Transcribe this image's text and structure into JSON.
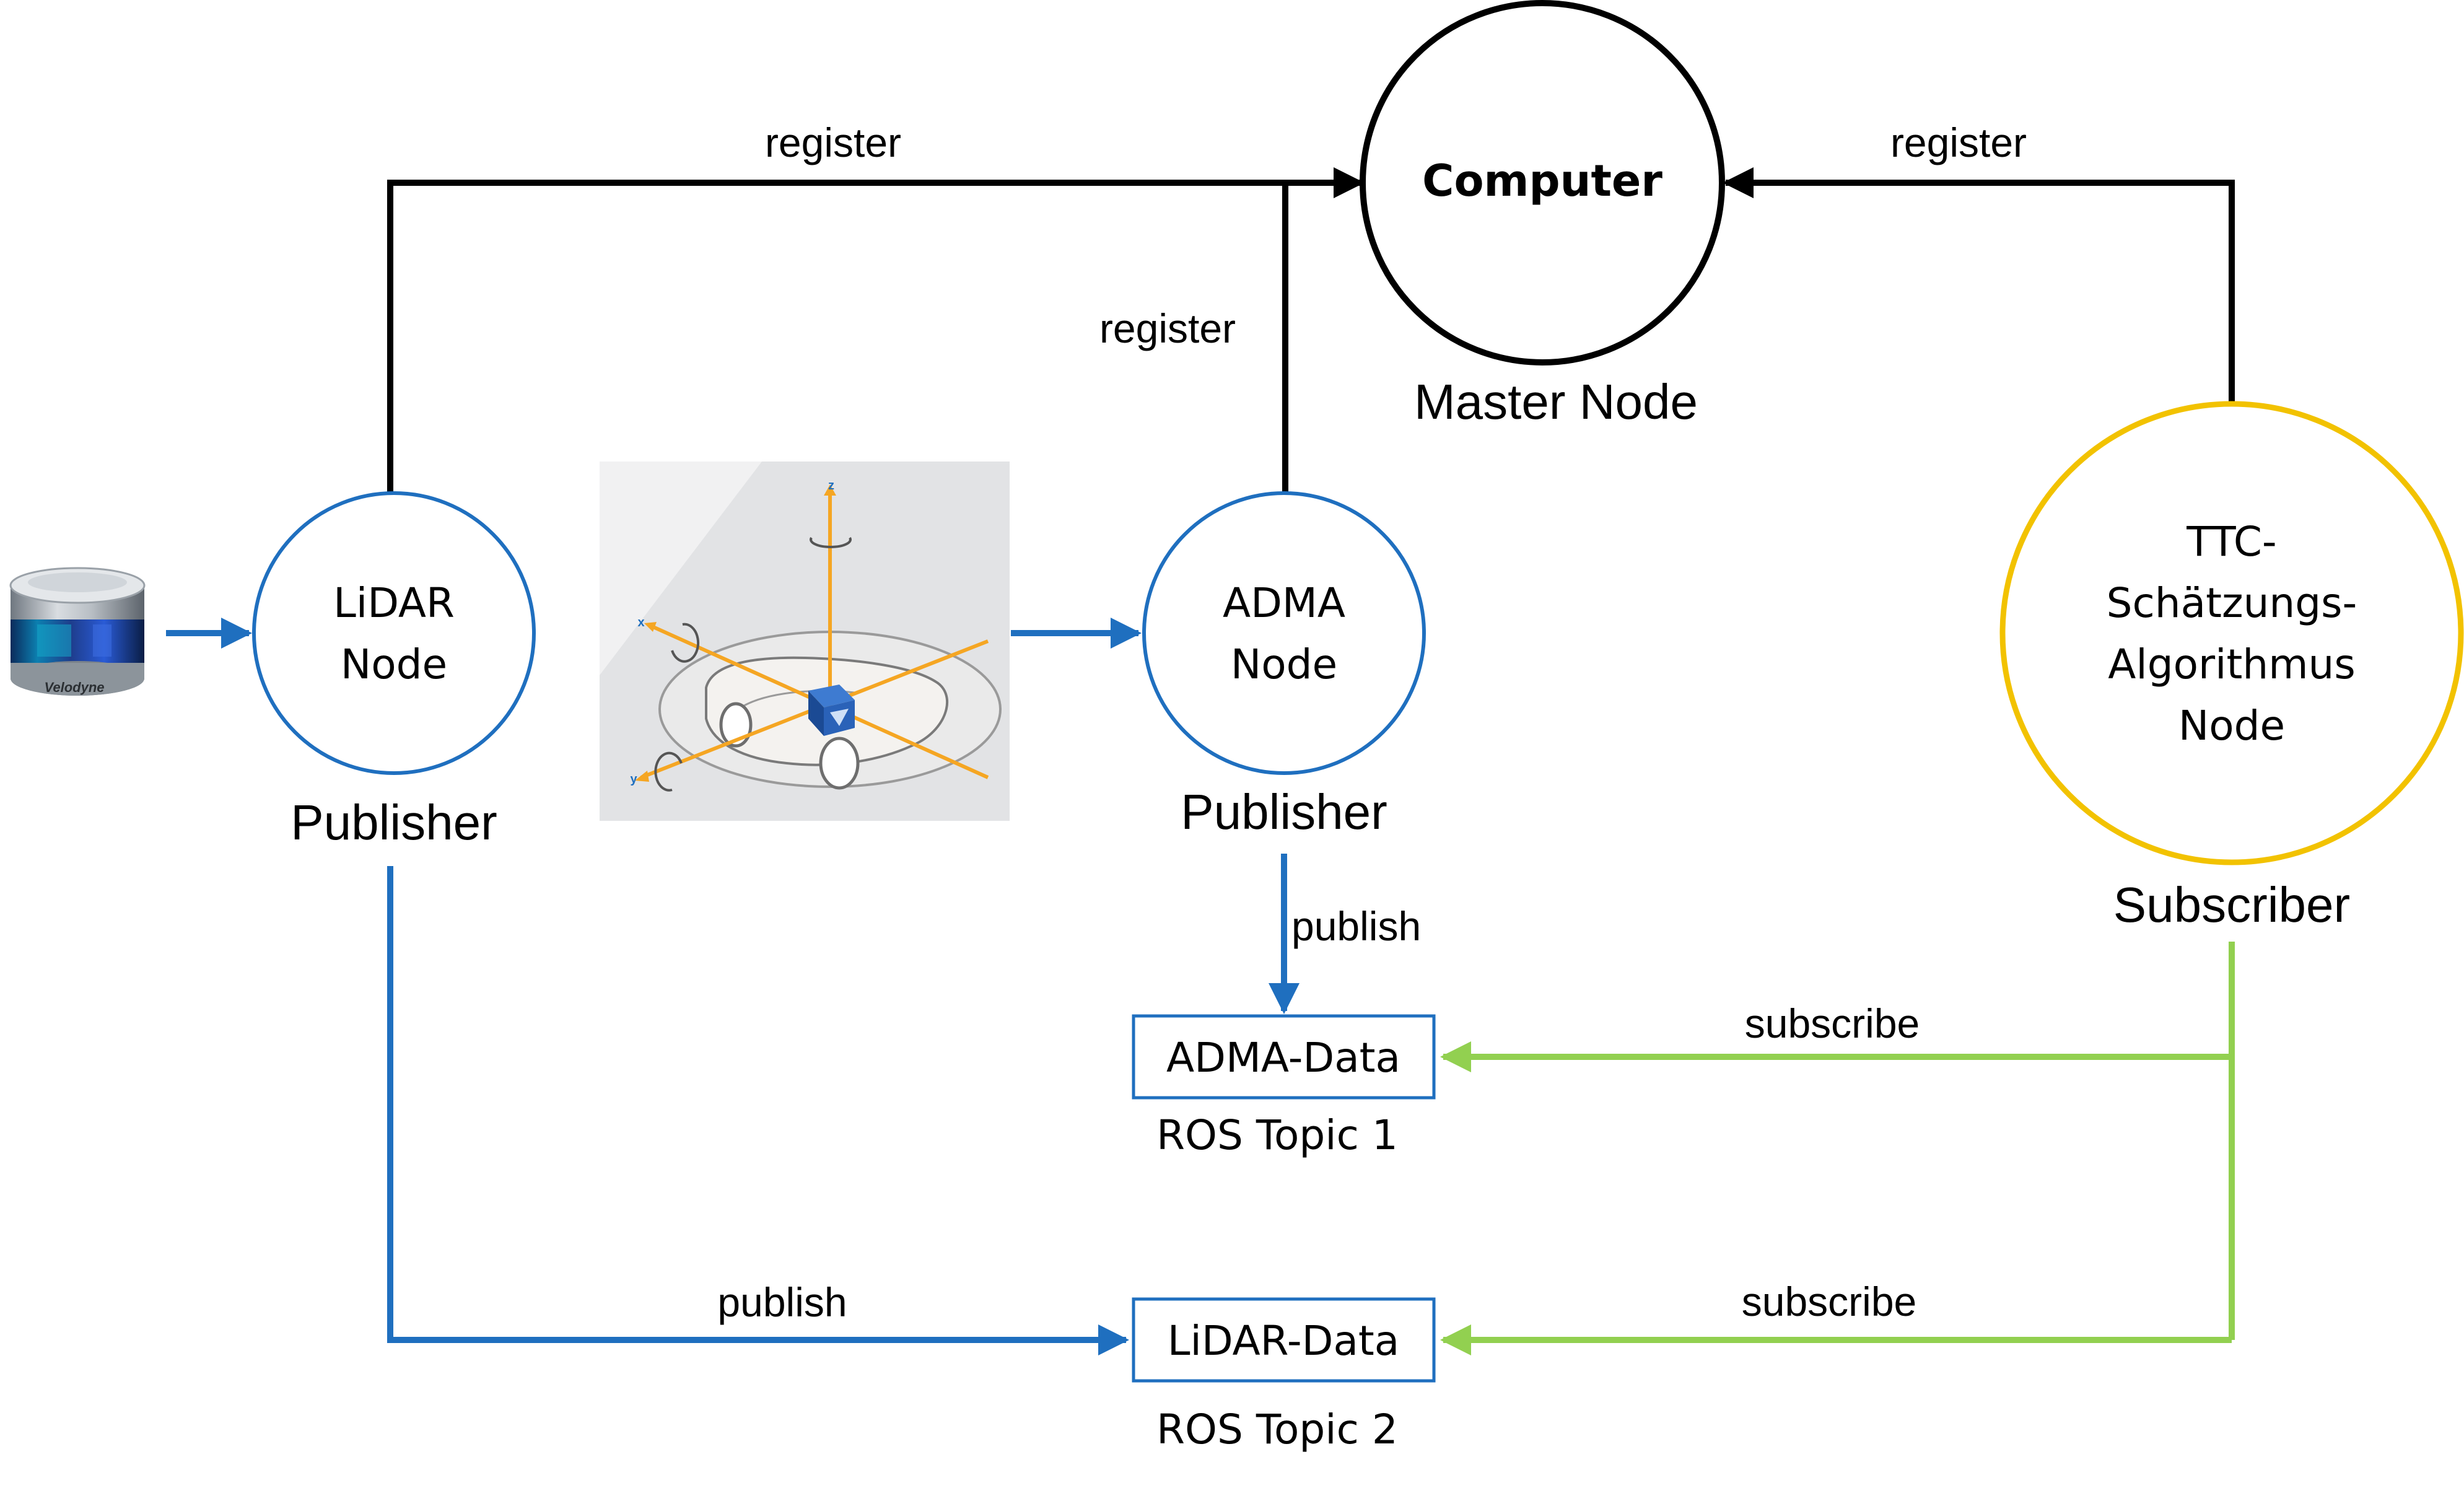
{
  "master": {
    "circle_label": "Computer",
    "caption": "Master Node"
  },
  "lidar_node": {
    "line1": "LiDAR",
    "line2": "Node",
    "role": "Publisher"
  },
  "adma_node": {
    "line1": "ADMA",
    "line2": "Node",
    "role": "Publisher"
  },
  "ttc_node": {
    "line1": "TTC-",
    "line2": "Schätzungs-",
    "line3": "Algorithmus",
    "line4": "Node",
    "role": "Subscriber"
  },
  "topics": {
    "adma": {
      "label": "ADMA-Data",
      "caption": "ROS Topic 1"
    },
    "lidar": {
      "label": "LiDAR-Data",
      "caption": "ROS Topic 2"
    }
  },
  "edges": {
    "lidar_register": "register",
    "adma_register": "register",
    "ttc_register": "register",
    "adma_publish": "publish",
    "lidar_publish": "publish",
    "subscribe_adma": "subscribe",
    "subscribe_lidar": "subscribe"
  },
  "sensor": {
    "brand": "Velodyne"
  },
  "imu_axes": {
    "x": "x",
    "y": "y",
    "z": "z"
  },
  "colors": {
    "black": "#000000",
    "blue": "#1F6FBF",
    "green": "#92D050",
    "yellow": "#F2C200",
    "orange": "#F5A623"
  }
}
